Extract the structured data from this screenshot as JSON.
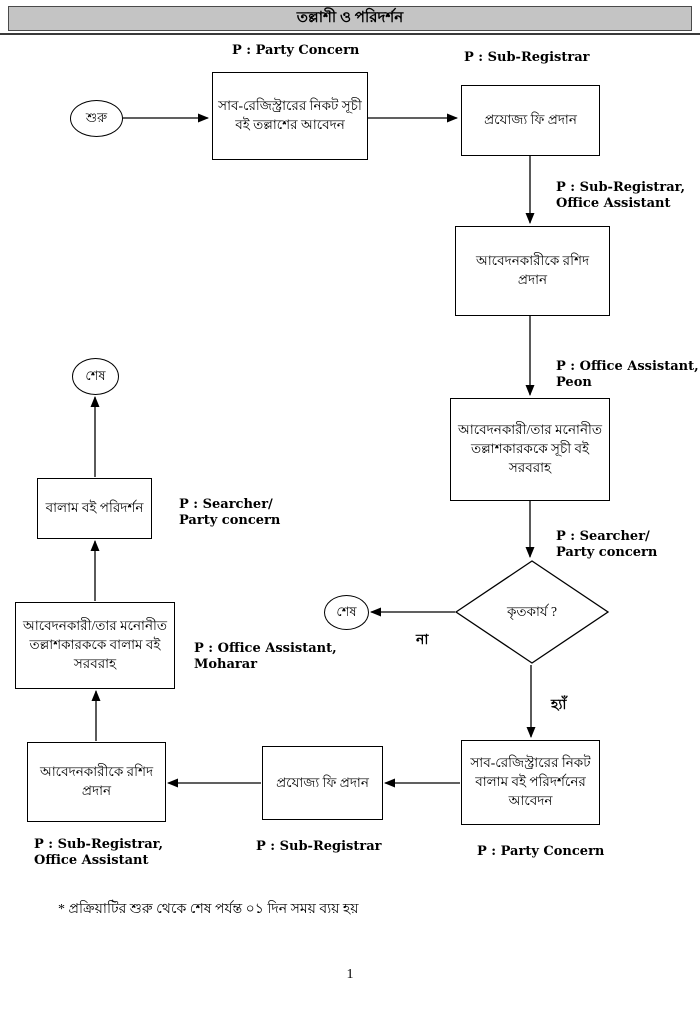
{
  "title": "তল্লাশী ও পরিদর্শন",
  "page_number": "1",
  "footnote": "* প্রক্রিয়াটির  শুরু থেকে শেষ পর্যন্ত ০১ দিন সময় ব্যয় হয়",
  "nodes": {
    "start": "শুরু",
    "search_application": "সাব-রেজিস্ট্রারের নিকট সূচী বই তল্লাশের আবেদন",
    "fee_payment_top": "প্রযোজ্য ফি প্রদান",
    "receipt_top": "আবেদনকারীকে রশিদ প্রদান",
    "index_book_supply": "আবেদনকারী/তার মনোনীত তল্লাশকারককে সূচী বই সরবরাহ",
    "decision": "কৃতকার্য ?",
    "end_no": "শেষ",
    "inspection_application": "সাব-রেজিস্ট্রারের নিকট বালাম বই পরিদর্শনের আবেদন",
    "fee_payment_bottom": "প্রযোজ্য ফি প্রদান",
    "receipt_bottom": "আবেদনকারীকে রশিদ প্রদান",
    "balam_book_supply": "আবেদনকারী/তার মনোনীত তল্লাশকারককে বালাম বই সরবরাহ",
    "balam_inspection": "বালাম বই পরিদর্শন",
    "end_final": "শেষ"
  },
  "labels": {
    "party_concern_top": "P : Party Concern",
    "sub_registrar_top": "P : Sub-Registrar",
    "sub_registrar_office_assistant": "P : Sub-Registrar,\nOffice Assistant",
    "office_assistant_peon": "P : Office Assistant,\nPeon",
    "searcher_party_concern_right": "P : Searcher/\nParty concern",
    "branch_no": "না",
    "branch_yes": "হ্যাঁ",
    "party_concern_bottom": "P : Party Concern",
    "sub_registrar_bottom": "P : Sub-Registrar",
    "sub_registrar_office_assistant_bottom": "P : Sub-Registrar,\nOffice Assistant",
    "office_assistant_moharar": "P : Office Assistant,\nMoharar",
    "searcher_party_concern_left": "P : Searcher/\nParty concern"
  }
}
